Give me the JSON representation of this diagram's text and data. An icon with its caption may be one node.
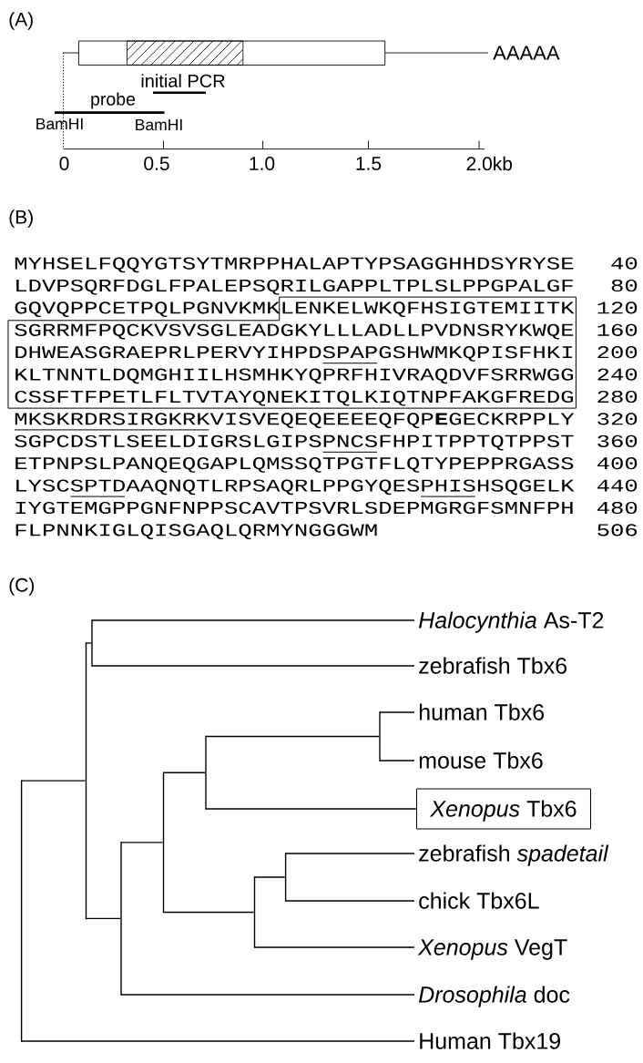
{
  "diagram": {
    "nodes": [
      {
        "text": [
          "*Halocynthia* As-T2"
        ]
      },
      {
        "text": [
          "zebrafish Tbx6"
        ]
      },
      {
        "text": [
          "human Tbx6"
        ]
      },
      {
        "text": [
          "mouse Tbx6"
        ]
      },
      {
        "text": [
          "*Xenopus* Tbx6"
        ]
      },
      {
        "text": [
          "zebrafish *spadetail*"
        ]
      },
      {
        "text": [
          "chick Tbx6L"
        ]
      },
      {
        "text": [
          "*Xenopus* VegT"
        ]
      },
      {
        "text": [
          "*Drosophila* doc"
        ]
      },
      {
        "text": [
          "Human Tbx19"
        ]
      },
      {
        "text": [],
        "shape": "bar"
      },
      {
        "text": [],
        "shape": "bar"
      },
      {
        "text": [],
        "shape": "bar"
      },
      {
        "text": [],
        "shape": "bar"
      },
      {
        "text": [],
        "shape": "bar"
      },
      {
        "text": [],
        "shape": "bar"
      },
      {
        "text": [],
        "shape": "bar"
      },
      {
        "text": [],
        "shape": "bar"
      },
      {
        "text": [],
        "shape": "bar"
      }
    ],
    "edges": [
      {
        "from": 10,
        "to": 11,
        "arrow": "none"
      },
      {
        "from": 10,
        "to": 9,
        "arrow": "none"
      },
      {
        "from": 11,
        "to": 12,
        "arrow": "none"
      },
      {
        "from": 11,
        "to": 13,
        "arrow": "none"
      },
      {
        "from": 12,
        "to": 0,
        "arrow": "none"
      },
      {
        "from": 12,
        "to": 1,
        "arrow": "none"
      },
      {
        "from": 13,
        "to": 14,
        "arrow": "none"
      },
      {
        "from": 13,
        "to": 8,
        "arrow": "none"
      },
      {
        "from": 14,
        "to": 15,
        "arrow": "none"
      },
      {
        "from": 14,
        "to": 16,
        "arrow": "none"
      },
      {
        "from": 15,
        "to": 18,
        "arrow": "none"
      },
      {
        "from": 15,
        "to": 4,
        "arrow": "none"
      },
      {
        "from": 16,
        "to": 17,
        "arrow": "none"
      },
      {
        "from": 16,
        "to": 7,
        "arrow": "none"
      },
      {
        "from": 17,
        "to": 5,
        "arrow": "none"
      },
      {
        "from": 17,
        "to": 6,
        "arrow": "none"
      },
      {
        "from": 18,
        "to": 2,
        "arrow": "none"
      },
      {
        "from": 18,
        "to": 3,
        "arrow": "none"
      }
    ],
    "labels": [
      "(A)",
      "AAAAA",
      "initial PCR",
      "probe",
      "BamHI",
      "BamHI",
      "0",
      "0.5",
      "1.0",
      "1.5",
      "2.0kb",
      "(B)",
      "MYHSELFQQYGTSYTMRPPHALAPTYPSAGGHHDSYRYSE",
      "40",
      "LDVPSQRFDGLFPALEPSQRILGAPPLTPLSLPPGPALGF",
      "80",
      "GQVQPPCETPQLPGNVKMKLENKELWKQFHSIGTEMIITK",
      "120",
      "SGRRMFPQCKVSVSGLEADGKYLLLADLLPVDNSRYKWQE",
      "160",
      "DHWEASGRAEPRLPERVYIHPDSPAPGSHWMKQPISFHKI",
      "200",
      "KLTNNTLDQMGHIILHSMHKYQPRFHIVRAQDVFSRRWGG",
      "240",
      "CSSFTFPETLFLTVTAYQNEKITQLKIQTNPFAKGFREDG",
      "280",
      "MKSKRDRSIRGKRKVISVEQEQEEEEQFQP**E**GECKRPPLY",
      "320",
      "SGPCDSTLSEELDIGRSLGIPSPNCSFHPITPPTQTPPST",
      "360",
      "ETPNPSLPANQEQGAPLQMSSQTPGTFLQTYPEPPRGASS",
      "400",
      "LYSCSPTDAAQNQTLRPSAQRLPPGYQESPHISHSQGELK",
      "440",
      "IYGTEMGPPGNFNPPSCAVTPSVRLSDEPMGRGFSMNFPH",
      "480",
      "FLPNNKIGLQISGAQLQRMYNGGGWM",
      "506",
      "(C)"
    ]
  }
}
